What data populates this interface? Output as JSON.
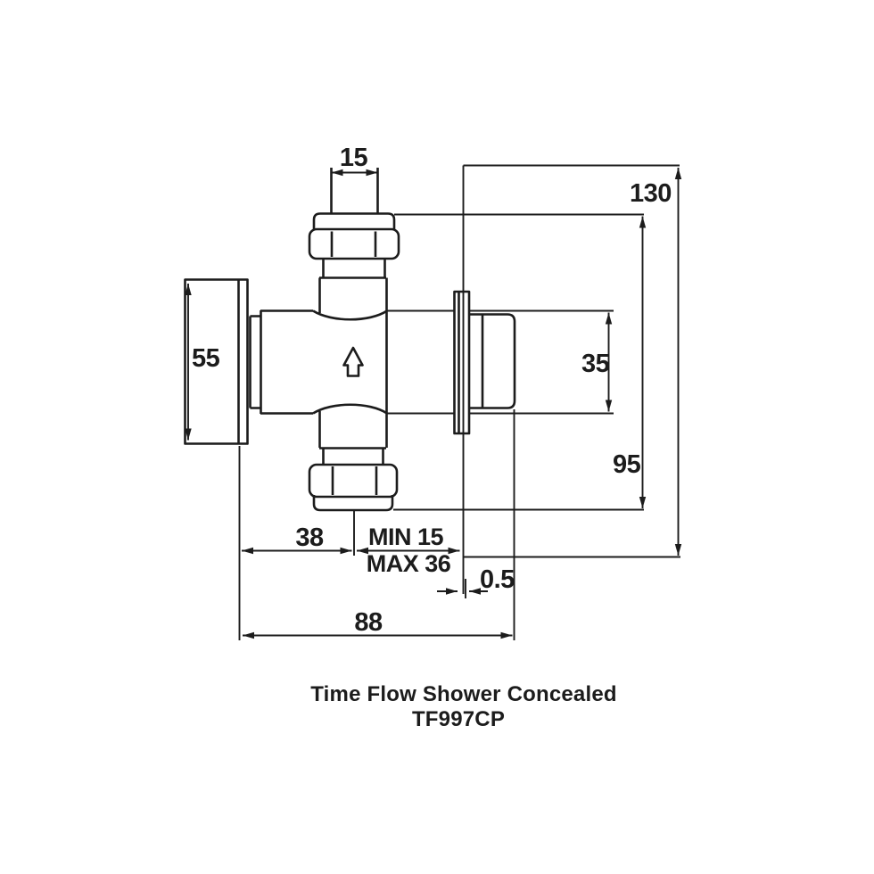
{
  "product": {
    "title": "Time Flow Shower Concealed",
    "model": "TF997CP"
  },
  "dimensions": {
    "inlet_pipe": "15",
    "overall_height": "130",
    "backplate_height": "55",
    "cartridge_height": "35",
    "valve_height": "95",
    "plate_to_pipe_centre": "38",
    "wall_depth_min": "MIN 15",
    "wall_depth_max": "MAX 36",
    "plate_clearance": "0.5",
    "overall_depth": "88"
  },
  "icons": {
    "flow_direction": "up-arrow"
  },
  "colors": {
    "ink": "#1c1c1c",
    "background": "#ffffff"
  }
}
